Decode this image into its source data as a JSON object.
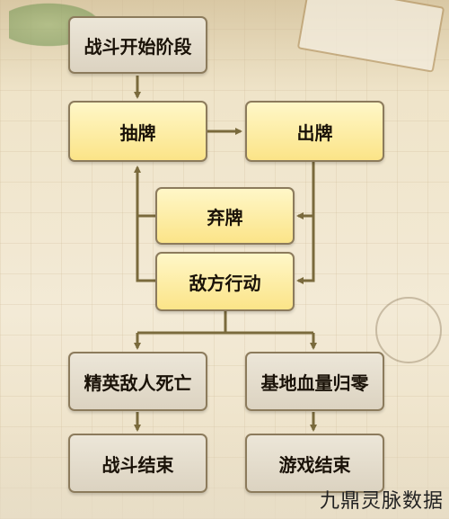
{
  "nodes": {
    "battle_start": "战斗开始阶段",
    "draw": "抽牌",
    "play": "出牌",
    "discard": "弃牌",
    "enemy_action": "敌方行动",
    "elite_death": "精英敌人死亡",
    "base_hp_zero": "基地血量归零",
    "battle_end": "战斗结束",
    "game_over": "游戏结束"
  },
  "watermark": "九鼎灵脉数据",
  "colors": {
    "arrow": "#7a6a3c",
    "gray_box": "#e2dac9",
    "yellow_box": "#fbe79a",
    "border": "#8c7b5c"
  }
}
